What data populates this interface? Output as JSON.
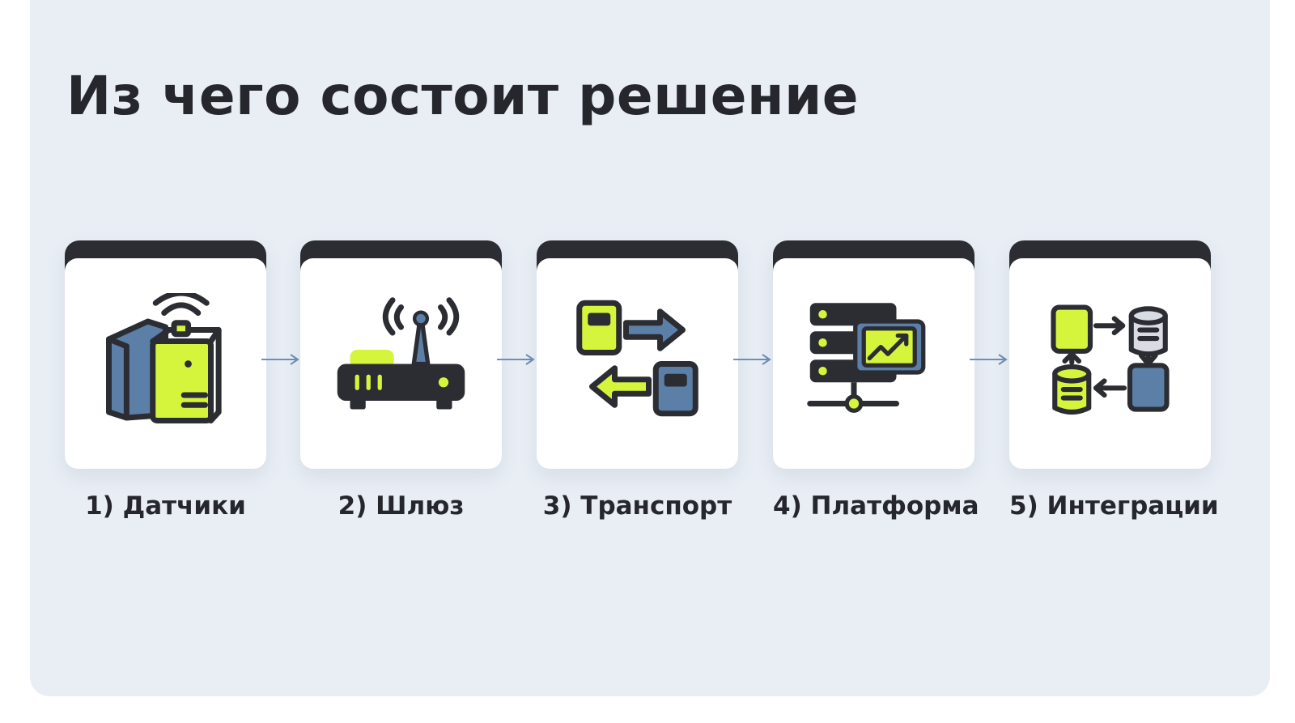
{
  "title": "Из чего состоит решение",
  "colors": {
    "accent": "#d4f53c",
    "blue": "#5b7fa6",
    "dark": "#2b2d33",
    "background": "#e9eef5",
    "connector": "#6f8fb5"
  },
  "steps": [
    {
      "label": "1) Датчики",
      "icon": "sensors-icon"
    },
    {
      "label": "2) Шлюз",
      "icon": "router-gateway-icon"
    },
    {
      "label": "3) Транспорт",
      "icon": "data-transfer-icon"
    },
    {
      "label": "4) Платформа",
      "icon": "server-platform-icon"
    },
    {
      "label": "5) Интеграции",
      "icon": "integrations-icon"
    }
  ]
}
